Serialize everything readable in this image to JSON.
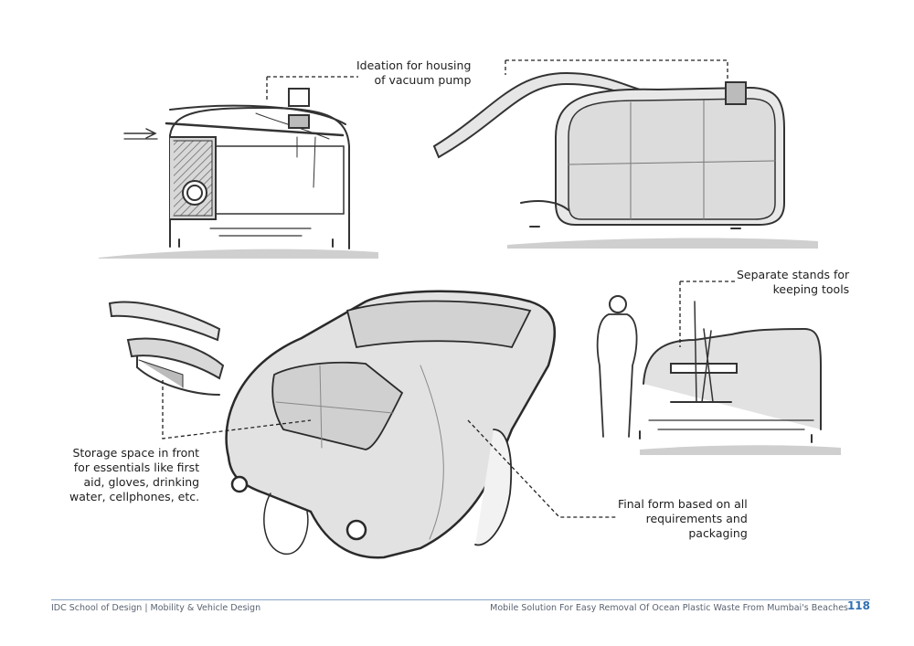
{
  "annotations": {
    "vacuum_housing": [
      "Ideation for housing",
      "of vacuum pump"
    ],
    "tool_stands": [
      "Separate stands for",
      "keeping tools"
    ],
    "storage_space": [
      "Storage space in front",
      "for essentials like first",
      "aid, gloves, drinking",
      "water, cellphones, etc."
    ],
    "final_form": [
      "Final form based on all",
      "requirements and",
      "packaging"
    ]
  },
  "footer": {
    "left": "IDC School of Design | Mobility & Vehicle Design",
    "right": "Mobile Solution For Easy Removal Of Ocean Plastic Waste From Mumbai's Beaches",
    "page_number": "118",
    "rule_color": "#8aa6c4",
    "page_number_color": "#2f6fb3"
  }
}
